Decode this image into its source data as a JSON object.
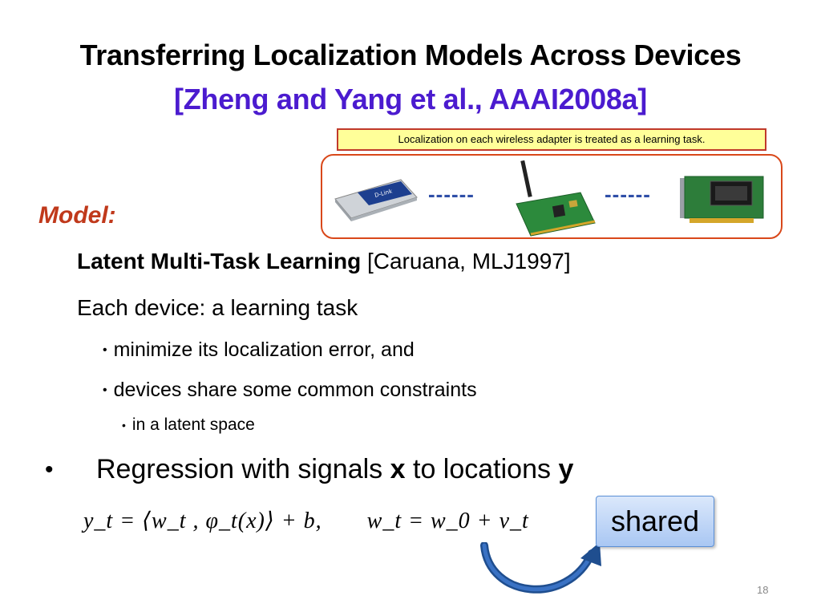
{
  "slide": {
    "title": "Transferring Localization Models Across Devices",
    "citation": "[Zheng and Yang et al., AAAI2008a]",
    "callout": "Localization on each wireless adapter is treated as a learning task.",
    "model_label": "Model:",
    "ltm_bold": "Latent Multi-Task Learning",
    "ltm_ref": " [Caruana, MLJ1997]",
    "each_device": "Each device: a learning task",
    "bullet_1": "minimize its localization error, and",
    "bullet_2": "devices share some common constraints",
    "bullet_3": "in a latent space",
    "regression_bullet": "•",
    "regression_pre": "Regression with signals ",
    "regression_x": "x",
    "regression_mid": " to locations ",
    "regression_y": "y",
    "formula_1": "y_t = ⟨w_t , φ_t(x)⟩ + b,",
    "formula_2": "w_t = w_0 + v_t",
    "shared_label": "shared",
    "page_number": "18",
    "separator": "------"
  },
  "colors": {
    "title_citation": "#4b1bcf",
    "model_label": "#c0391b",
    "callout_bg": "#ffff99",
    "frame_border": "#d9481a",
    "arrow": "#1f4e8f"
  },
  "icons": [
    "wireless-pc-card-icon",
    "pci-wireless-card-antenna-icon",
    "pci-wireless-card-icon",
    "curved-arrow-icon"
  ]
}
